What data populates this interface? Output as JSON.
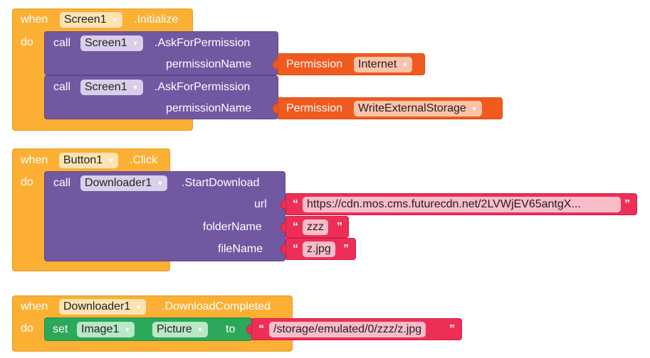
{
  "block1": {
    "when": "when",
    "component": "Screen1",
    "event": ".Initialize",
    "do": "do",
    "calls": [
      {
        "call": "call",
        "component": "Screen1",
        "method": ".AskForPermission",
        "arg_label": "permissionName",
        "value_label": "Permission",
        "value": "Internet"
      },
      {
        "call": "call",
        "component": "Screen1",
        "method": ".AskForPermission",
        "arg_label": "permissionName",
        "value_label": "Permission",
        "value": "WriteExternalStorage"
      }
    ]
  },
  "block2": {
    "when": "when",
    "component": "Button1",
    "event": ".Click",
    "do": "do",
    "call": "call",
    "call_component": "Downloader1",
    "method": ".StartDownload",
    "args": [
      {
        "label": "url",
        "value": "https://cdn.mos.cms.futurecdn.net/2LVWjEV65antgX..."
      },
      {
        "label": "folderName",
        "value": "zzz"
      },
      {
        "label": "fileName",
        "value": "z.jpg"
      }
    ]
  },
  "block3": {
    "when": "when",
    "component": "Downloader1",
    "event": ".DownloadCompleted",
    "do": "do",
    "set": "set",
    "set_component": "Image1",
    "dot": ".",
    "property": "Picture",
    "to": "to",
    "value": "/storage/emulated/0/zzz/z.jpg"
  },
  "glyphs": {
    "dropdown": "▼",
    "open_quote": "“",
    "close_quote": "”"
  },
  "colors": {
    "event": "#fbb034",
    "call": "#7258a1",
    "permission": "#f15a1f",
    "string": "#ed2f57",
    "set": "#2ca85a"
  }
}
